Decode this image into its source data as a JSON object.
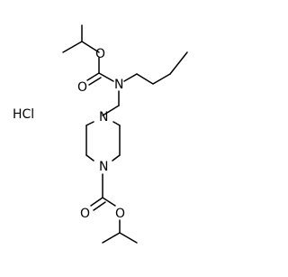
{
  "molecule": {
    "salt_label": "HCl",
    "atoms": {
      "carbamate_o_ether": "O",
      "carbamate_o_carbonyl": "O",
      "carbamate_n": "N",
      "piperazine_n_top": "N",
      "piperazine_n_bottom": "N",
      "ester_o_carbonyl": "O",
      "ester_o_ether": "O"
    }
  },
  "colors": {
    "bond": "#000000",
    "label": "#000000",
    "background": "#ffffff"
  }
}
